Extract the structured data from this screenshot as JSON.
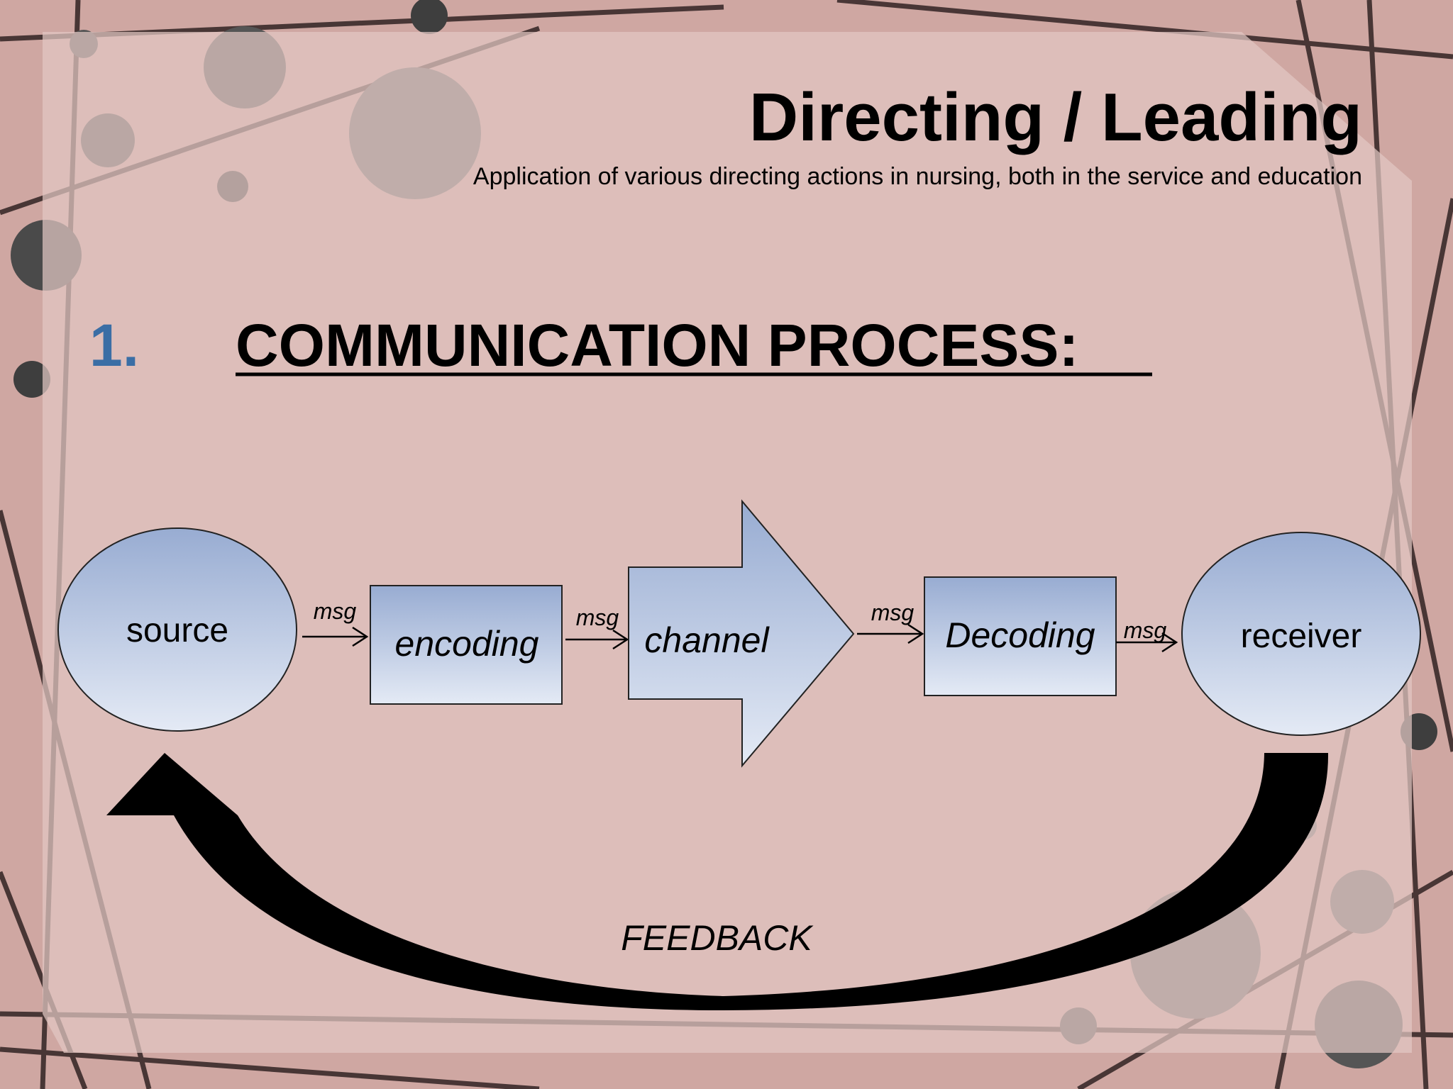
{
  "slide": {
    "title": "Directing / Leading",
    "subtitle": "Application of various directing actions in nursing, both in the service and education",
    "section_number": "1.",
    "section_heading": "COMMUNICATION PROCESS:"
  },
  "diagram": {
    "nodes": {
      "source": "source",
      "encoding": "encoding",
      "channel": "channel",
      "decoding": "Decoding",
      "receiver": "receiver"
    },
    "edges": {
      "source_to_encoding": "msg",
      "encoding_to_channel": "msg",
      "channel_to_decoding": "msg",
      "decoding_to_receiver": "msg"
    },
    "feedback_label": "FEEDBACK"
  },
  "colors": {
    "background": "#cfa7a2",
    "panel": "#dbbdb8",
    "shape_fill_top": "#98acd2",
    "shape_fill_bottom": "#e4eaf5",
    "number_accent": "#3a6ea5",
    "ink": "#000000"
  }
}
